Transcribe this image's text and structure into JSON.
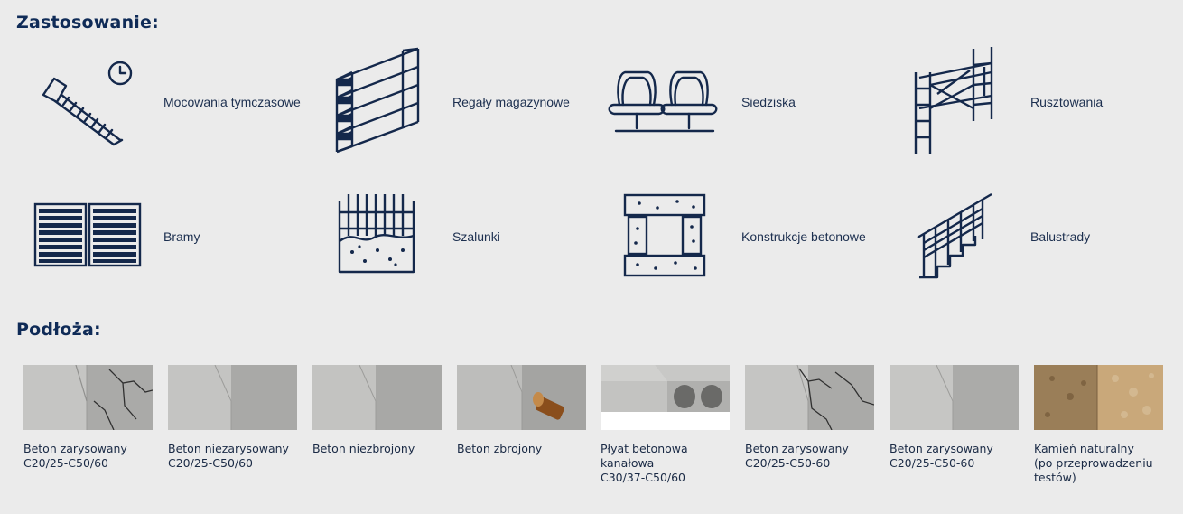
{
  "headings": {
    "applications": "Zastosowanie:",
    "substrates": "Podłoża:"
  },
  "applications": [
    {
      "label": "Mocowania tymczasowe",
      "icon": "screw-clock-icon"
    },
    {
      "label": "Regały magazynowe",
      "icon": "warehouse-rack-icon"
    },
    {
      "label": "Siedziska",
      "icon": "seats-icon"
    },
    {
      "label": "Rusztowania",
      "icon": "scaffolding-icon"
    },
    {
      "label": "Bramy",
      "icon": "gate-icon"
    },
    {
      "label": "Szalunki",
      "icon": "formwork-icon"
    },
    {
      "label": "Konstrukcje betonowe",
      "icon": "concrete-structure-icon"
    },
    {
      "label": "Balustrady",
      "icon": "balustrade-icon"
    }
  ],
  "substrates": [
    {
      "title": "Beton zarysowany",
      "detail": "C20/25-C50/60"
    },
    {
      "title": "Beton niezarysowany",
      "detail": "C20/25-C50/60"
    },
    {
      "title": "Beton niezbrojony",
      "detail": ""
    },
    {
      "title": "Beton zbrojony",
      "detail": ""
    },
    {
      "title": "Płyat betonowa kanałowa",
      "detail": "C30/37-C50/60"
    },
    {
      "title": "Beton zarysowany",
      "detail": "C20/25-C50-60"
    },
    {
      "title": "Beton zarysowany",
      "detail": "C20/25-C50-60"
    },
    {
      "title": "Kamień naturalny",
      "detail": "(po przeprowadzeniu testów)"
    }
  ],
  "colors": {
    "heading": "#0f2b57",
    "icon_stroke": "#14284b",
    "background": "#ebebeb"
  }
}
